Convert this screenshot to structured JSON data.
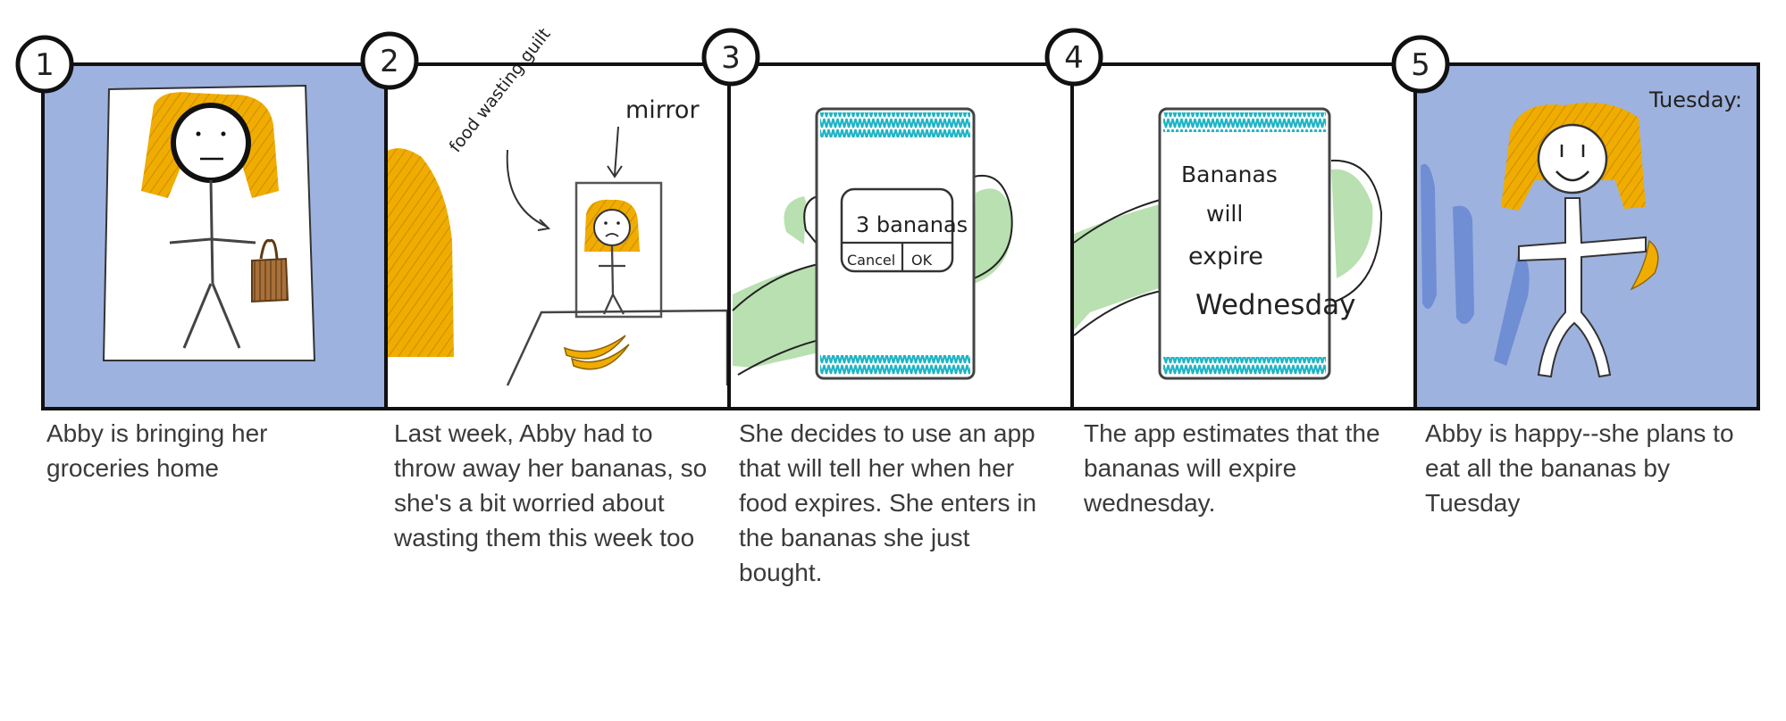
{
  "storyboard": {
    "panels": [
      {
        "number": "1",
        "caption": "Abby is bringing her groceries home"
      },
      {
        "number": "2",
        "caption": "Last week, Abby had to throw away her bananas, so she's a bit worried about wasting them this week too",
        "sketch_labels": {
          "thought": "food wasting guilt",
          "mirror": "mirror"
        }
      },
      {
        "number": "3",
        "caption": "She decides to use an app that will tell her when her food expires. She enters in the bananas she just bought.",
        "dialog": {
          "text": "3 bananas",
          "cancel": "Cancel",
          "ok": "OK"
        }
      },
      {
        "number": "4",
        "caption": "The app estimates that the bananas will expire wednesday.",
        "screen_lines": [
          "Bananas",
          "will",
          "expire",
          "Wednesday"
        ]
      },
      {
        "number": "5",
        "caption": "Abby is happy--she plans to eat all the bananas by Tuesday",
        "sketch_labels": {
          "day": "Tuesday:"
        }
      }
    ]
  },
  "colors": {
    "blue_wash": "#9db2de",
    "blue_dark": "#5b7fd0",
    "hair": "#f0ac00",
    "green": "#b9e0b0",
    "teal": "#1fb4c4",
    "bag": "#8b5a2b",
    "ink": "#222222",
    "caption_text": "#3a3a3a"
  }
}
